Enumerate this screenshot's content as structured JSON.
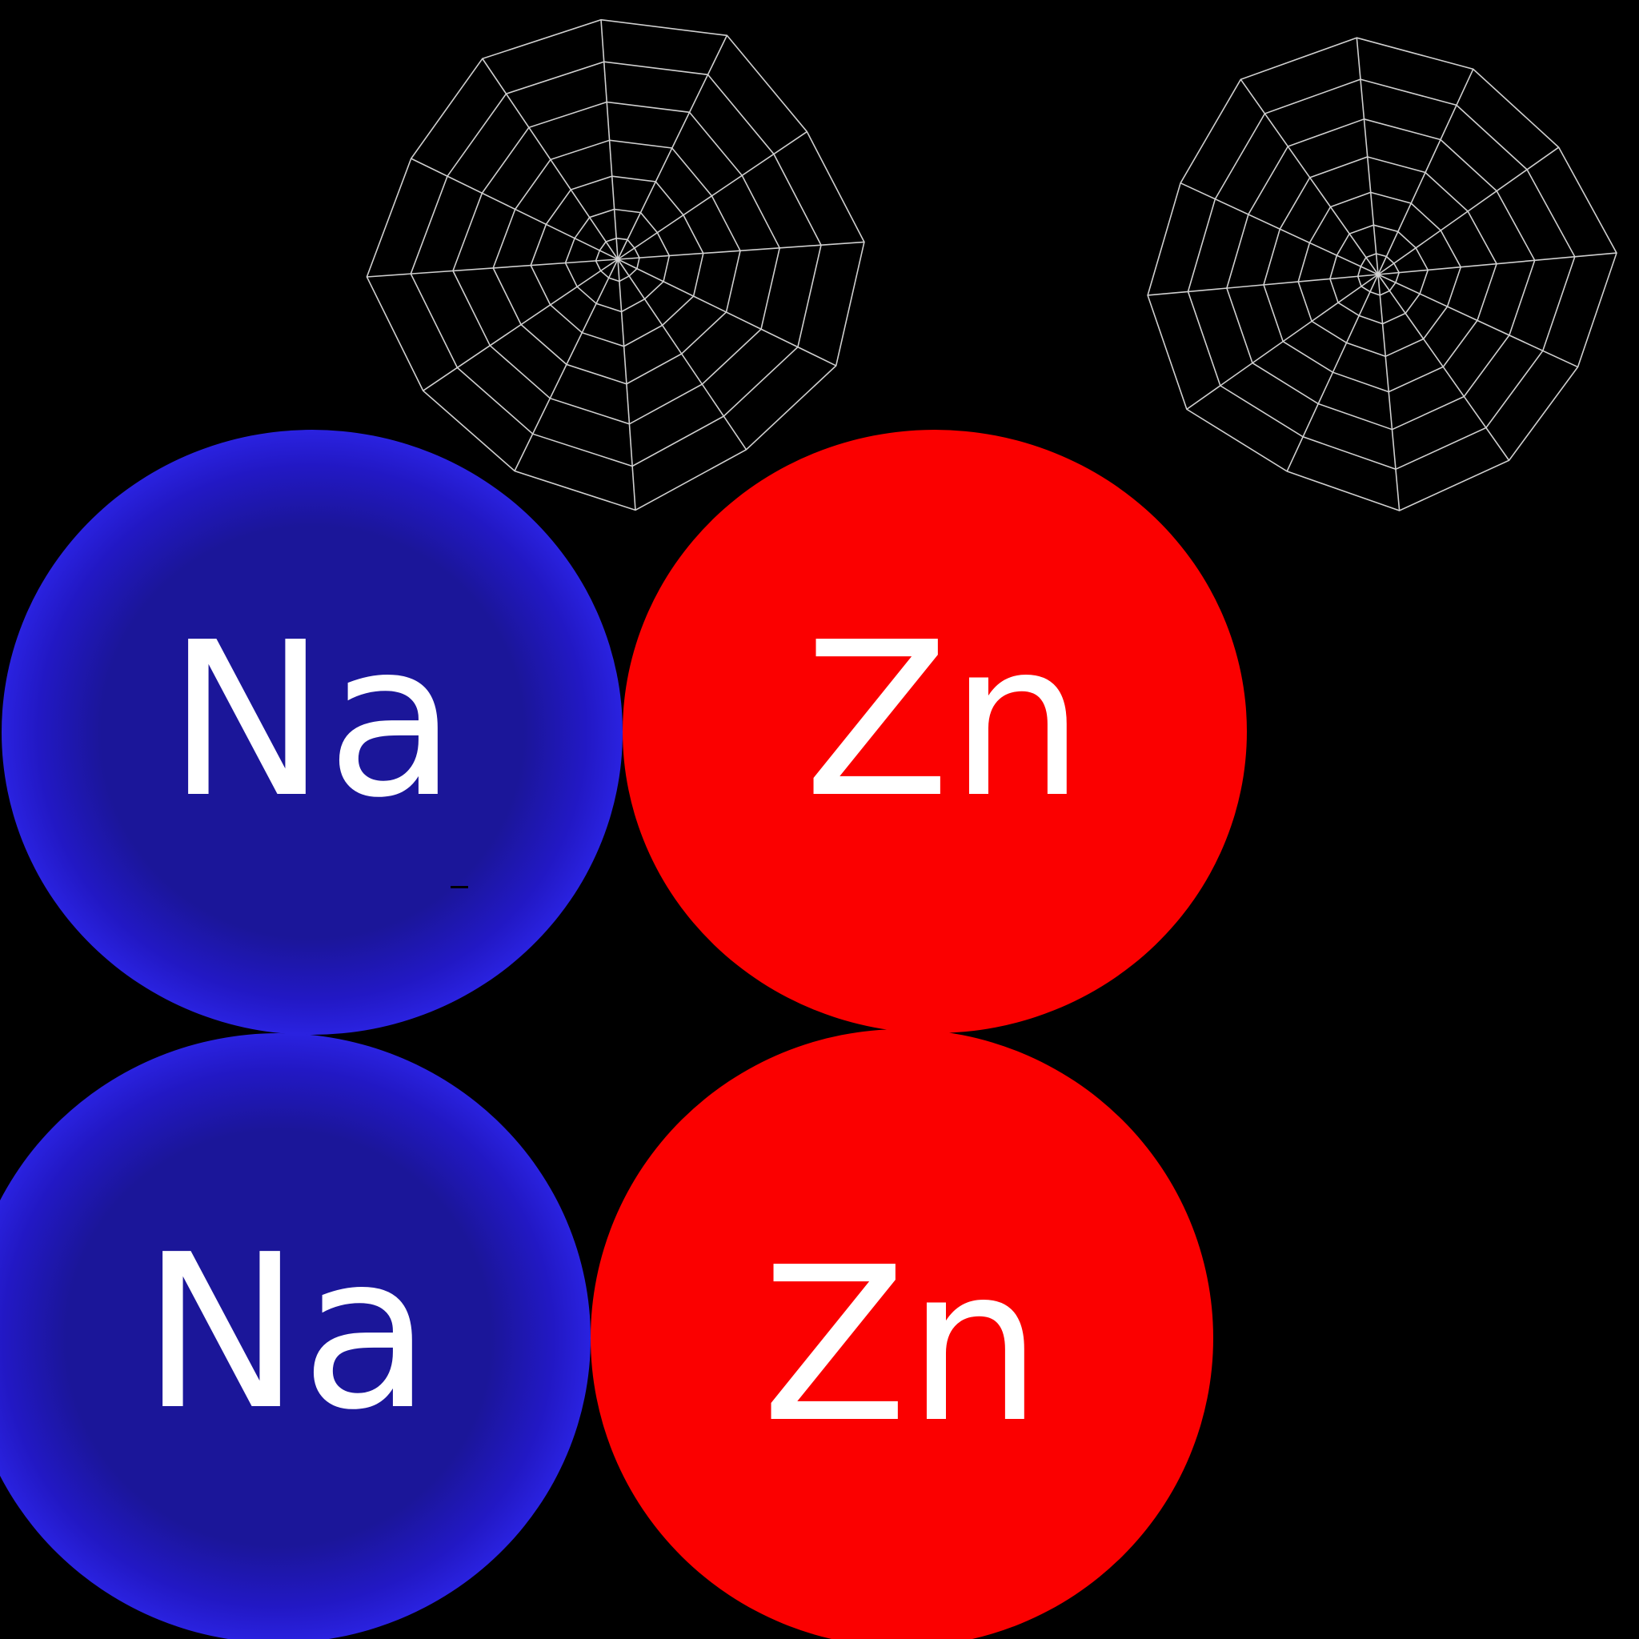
{
  "atoms": [
    {
      "element": "Na",
      "color": "#1b1699",
      "edge_color": "#2a22e0"
    },
    {
      "element": "Zn",
      "color": "#fb0000"
    },
    {
      "element": "Na",
      "color": "#1b1699",
      "edge_color": "#2a22e0"
    },
    {
      "element": "Zn",
      "color": "#fb0000"
    }
  ],
  "background_color": "#000000",
  "web_color": "#cfcfcf",
  "webs": [
    {
      "spokes": 12,
      "rings": 7
    },
    {
      "spokes": 12,
      "rings": 7
    }
  ]
}
